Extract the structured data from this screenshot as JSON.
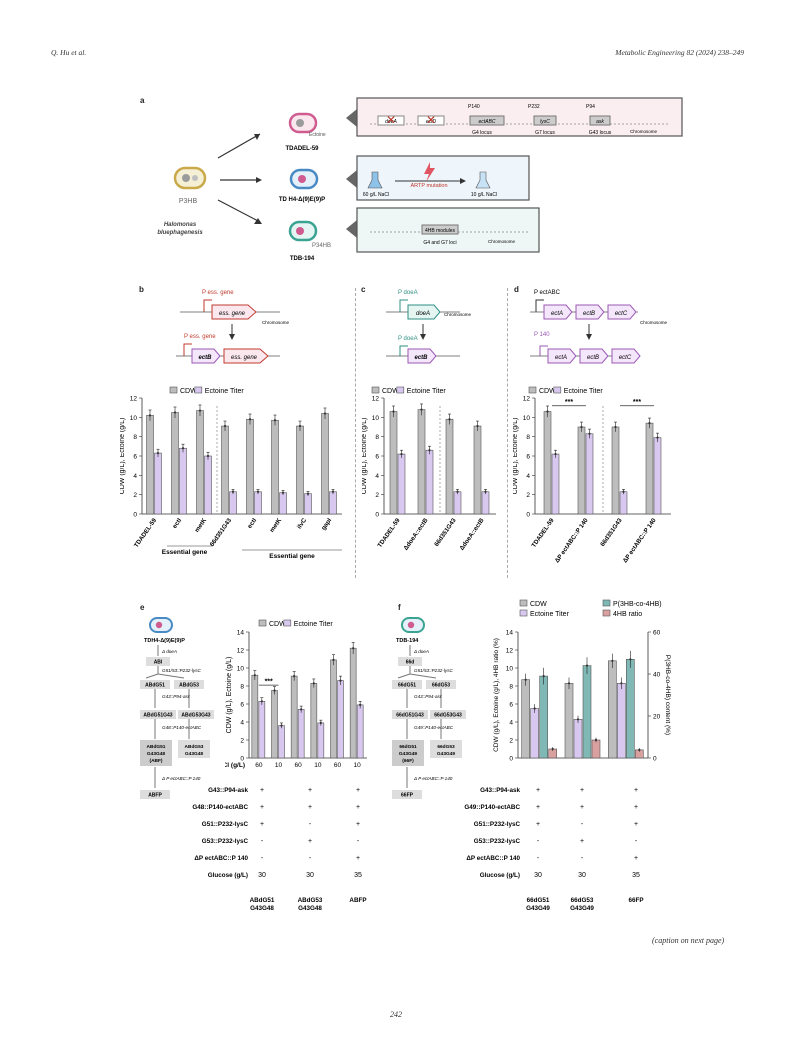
{
  "header": {
    "authors": "Q. Hu et al.",
    "journal": "Metabolic Engineering 82 (2024) 238–249"
  },
  "panel_letters": [
    "a",
    "b",
    "c",
    "d",
    "e",
    "f"
  ],
  "panel_a": {
    "hub_strain": "P3HB",
    "hub_label": "Halomonas\nbluephagenesis",
    "strains": [
      "TDADEL-59",
      "TD H4-Δ(9)E(9)P",
      "TDB-194"
    ],
    "ectoine_label": "Ectoine",
    "p34hb_label": "P34HB",
    "row1": {
      "genes": [
        "doeA",
        "ectD",
        "ectABC",
        "lysC",
        "ask"
      ],
      "promoters": [
        "P140",
        "P232",
        "P94"
      ],
      "loci": [
        "G4 locus",
        "G7 locus",
        "G43 locus"
      ],
      "chromosome": "Chromosome"
    },
    "row2": {
      "left": "60 g/L NaCl",
      "mid": "ARTP mutation",
      "right": "10 g/L NaCl"
    },
    "row3": {
      "module": "4HB modules",
      "loci": "G4 and G7 loci",
      "chromosome": "Chromosome"
    }
  },
  "panel_b": {
    "promoter_top": "P ess. gene",
    "gene_top": "ess. gene",
    "chromosome": "Chromosome",
    "promoter_bottom": "P ess. gene",
    "gene1": "ectB",
    "gene2": "ess. gene"
  },
  "panel_c": {
    "promoter_top": "P doeA",
    "gene_top": "doeA",
    "chromosome": "Chromosome",
    "promoter_bottom": "P doeA",
    "gene_bottom": "ectB"
  },
  "panel_d": {
    "promoter_top": "P ectABC",
    "genes": [
      "ectA",
      "ectB",
      "ectC"
    ],
    "chromosome": "Chromosome",
    "promoter_bottom": "P 140"
  },
  "legend": {
    "cdw": "CDW",
    "ectoine": "Ectoine Titer",
    "p3hb4hb": "P(3HB-co-4HB)",
    "ratio4hb": "4HB ratio"
  },
  "colors": {
    "cdw": "#bdbdbd",
    "ectoine": "#d8c8ef",
    "p34hb": "#7fb8b4",
    "ratio": "#d9a0a0"
  },
  "ylabel_bcd": "CDW (g/L), Ectoine (g/L)",
  "chart_data": [
    {
      "panel": "b",
      "type": "bar",
      "categories": [
        "TDADEL-59",
        "ectI",
        "metK",
        "66d351G43",
        "ectI",
        "metK",
        "ilvC",
        "gapI"
      ],
      "group_labels": [
        "Essential gene",
        "Essential gene"
      ],
      "ylim": [
        0,
        12
      ],
      "yticks": [
        0,
        2,
        4,
        6,
        8,
        10,
        12
      ],
      "series": [
        {
          "name": "CDW",
          "values": [
            10.2,
            10.5,
            10.7,
            9.1,
            9.8,
            9.7,
            9.1,
            10.4
          ]
        },
        {
          "name": "Ectoine Titer",
          "values": [
            6.3,
            6.8,
            6.0,
            2.3,
            2.3,
            2.2,
            2.1,
            2.3
          ]
        }
      ]
    },
    {
      "panel": "c",
      "type": "bar",
      "categories": [
        "TDADEL-59",
        "ΔdoeA::ectB",
        "66d351G43",
        "ΔdoeA::ectB"
      ],
      "ylim": [
        0,
        12
      ],
      "yticks": [
        0,
        2,
        4,
        6,
        8,
        10,
        12
      ],
      "series": [
        {
          "name": "CDW",
          "values": [
            10.6,
            10.8,
            9.8,
            9.1
          ]
        },
        {
          "name": "Ectoine Titer",
          "values": [
            6.2,
            6.6,
            2.3,
            2.3
          ]
        }
      ]
    },
    {
      "panel": "d",
      "type": "bar",
      "categories": [
        "TDADEL-59",
        "ΔP ectABC::P 140",
        "66d351G43",
        "ΔP ectABC::P 140"
      ],
      "ylim": [
        0,
        12
      ],
      "yticks": [
        0,
        2,
        4,
        6,
        8,
        10,
        12
      ],
      "significance": [
        "***",
        "***"
      ],
      "series": [
        {
          "name": "CDW",
          "values": [
            10.6,
            9.0,
            9.0,
            9.4
          ]
        },
        {
          "name": "Ectoine Titer",
          "values": [
            6.2,
            8.3,
            2.3,
            7.9
          ]
        }
      ]
    },
    {
      "panel": "e",
      "type": "bar",
      "categories": [
        "60",
        "10",
        "60",
        "10",
        "60",
        "10"
      ],
      "xlabel": "NaCl (g/L)",
      "ylabel": "CDW (g/L), Ectoine (g/L)",
      "ylim": [
        0,
        14
      ],
      "yticks": [
        0,
        2,
        4,
        6,
        8,
        10,
        12,
        14
      ],
      "significance": [
        "***"
      ],
      "series": [
        {
          "name": "CDW",
          "values": [
            9.2,
            7.5,
            9.1,
            8.3,
            10.9,
            12.2
          ]
        },
        {
          "name": "Ectoine Titer",
          "values": [
            6.3,
            3.6,
            5.4,
            3.9,
            8.6,
            5.9
          ]
        }
      ],
      "table_rows": [
        {
          "label": "G43::P94-ask",
          "marks": [
            "+",
            "+",
            "+"
          ]
        },
        {
          "label": "G48::P140-ectABC",
          "marks": [
            "+",
            "+",
            "+"
          ]
        },
        {
          "label": "G51::P232-lysC",
          "marks": [
            "+",
            "-",
            "+"
          ]
        },
        {
          "label": "G53::P232-lysC",
          "marks": [
            "-",
            "+",
            "-"
          ]
        },
        {
          "label": "ΔP ectABC::P 140",
          "marks": [
            "-",
            "-",
            "+"
          ]
        },
        {
          "label": "Glucose (g/L)",
          "marks": [
            "30",
            "30",
            "35"
          ]
        }
      ],
      "strain_names": [
        "ABdG51 G43G48",
        "ABdG53 G43G48",
        "ABFP"
      ]
    },
    {
      "panel": "f",
      "type": "bar",
      "categories": [
        "66dG51 G43G49",
        "66dG53 G43G49",
        "66FP"
      ],
      "ylabel": "CDW (g/L), Ectoine (g/L), 4HB ratio (%)",
      "ylabel_right": "P(3HB-co-4HB) content (%)",
      "ylim": [
        0,
        14
      ],
      "yticks": [
        0,
        2,
        4,
        6,
        8,
        10,
        12,
        14
      ],
      "ylim_right": [
        0,
        60
      ],
      "yticks_right": [
        0,
        20,
        40,
        60
      ],
      "series": [
        {
          "name": "CDW",
          "values": [
            8.7,
            8.3,
            10.8
          ]
        },
        {
          "name": "Ectoine Titer",
          "values": [
            5.5,
            4.3,
            8.3
          ]
        },
        {
          "name": "P(3HB-co-4HB)",
          "values": [
            39,
            44,
            47
          ]
        },
        {
          "name": "4HB ratio",
          "values": [
            1.0,
            2.0,
            0.9
          ]
        }
      ],
      "table_rows": [
        {
          "label": "G43::P94-ask",
          "marks": [
            "+",
            "+",
            "+"
          ]
        },
        {
          "label": "G49::P140-ectABC",
          "marks": [
            "+",
            "+",
            "+"
          ]
        },
        {
          "label": "G51::P232-lysC",
          "marks": [
            "+",
            "-",
            "+"
          ]
        },
        {
          "label": "G53::P232-lysC",
          "marks": [
            "-",
            "+",
            "-"
          ]
        },
        {
          "label": "ΔP ectABC::P 140",
          "marks": [
            "-",
            "-",
            "+"
          ]
        },
        {
          "label": "Glucose (g/L)",
          "marks": [
            "30",
            "30",
            "35"
          ]
        }
      ]
    }
  ],
  "flow_e": {
    "start": "TDH4-Δ(9)E(9)P",
    "step1": "Δ doeA",
    "n1": "ABI",
    "step2": "G51/53::P232-lysC",
    "n2a": "ABdG51",
    "n2b": "ABdG53",
    "step3": "G43::P94-ask",
    "n3a": "ABdG51G43",
    "n3b": "ABdG53G43",
    "step4": "G48::P140-ectABC",
    "n4a": "ABdG51 G43G48 (ABF)",
    "n4b": "ABdG53 G43G48",
    "step5": "Δ P ectABC::P 140",
    "n5": "ABFP"
  },
  "flow_f": {
    "start": "TDB-194",
    "step1": "Δ doeA",
    "n1": "66d",
    "step2": "G51/53::P232-lysC",
    "n2a": "66dG51",
    "n2b": "66dG53",
    "step3": "G43::P94-ask",
    "n3a": "66dG51G43",
    "n3b": "66dG53G43",
    "step4": "G49::P140-ectABC",
    "n4a": "66dG51 G43G49 (66F)",
    "n4b": "66dG53 G43G49",
    "step5": "Δ P ectABC::P 140",
    "n5": "66FP"
  },
  "caption": "(caption on next page)",
  "page_number": "242"
}
